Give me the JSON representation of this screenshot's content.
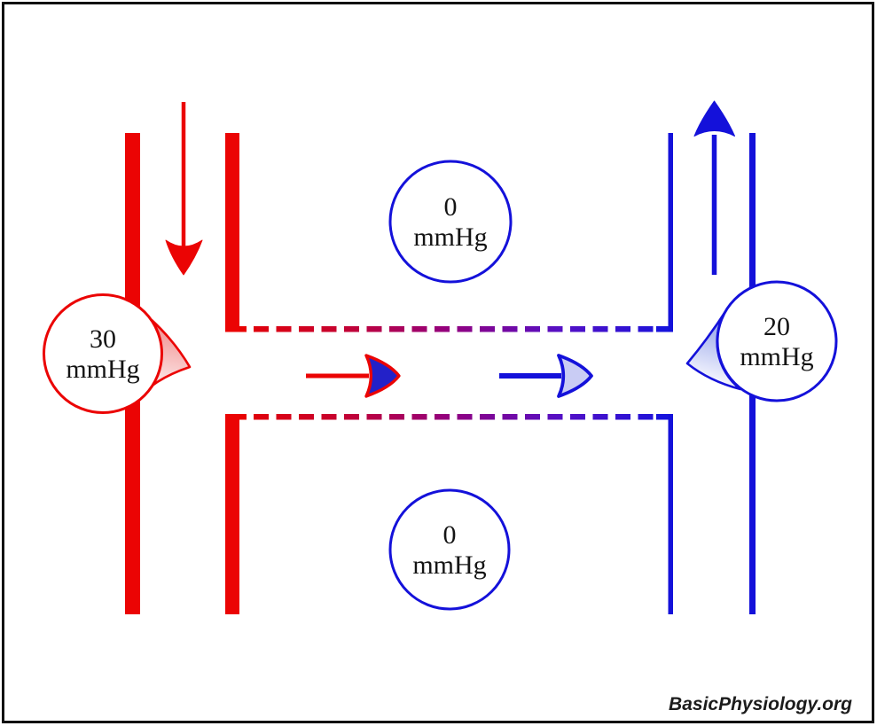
{
  "pressures": {
    "arteriole": {
      "value": "30",
      "unit": "mmHg"
    },
    "interstitial_top": {
      "value": "0",
      "unit": "mmHg"
    },
    "interstitial_bottom": {
      "value": "0",
      "unit": "mmHg"
    },
    "venule": {
      "value": "20",
      "unit": "mmHg"
    }
  },
  "branding": {
    "text": "BasicPhysiology.org"
  },
  "colors": {
    "arterial_red": "#EB0404",
    "venous_blue": "#1411DA",
    "capillary_wall_gradient": [
      "#E80101",
      "#C7022E",
      "#93017F",
      "#5510C5",
      "#1813DC"
    ],
    "arterial_arrow_fill": "#2321C8",
    "venous_arrow_fill": "#C9CCF4",
    "frame": "#111111"
  },
  "icons": {
    "arteriole_inflow": "arrow-down",
    "capillary_flow_arterial": "arrow-right",
    "capillary_flow_venous": "arrow-right",
    "venule_outflow": "arrow-up",
    "filtration_cone": "cone-pointing-right",
    "absorption_cone": "cone-pointing-left"
  }
}
